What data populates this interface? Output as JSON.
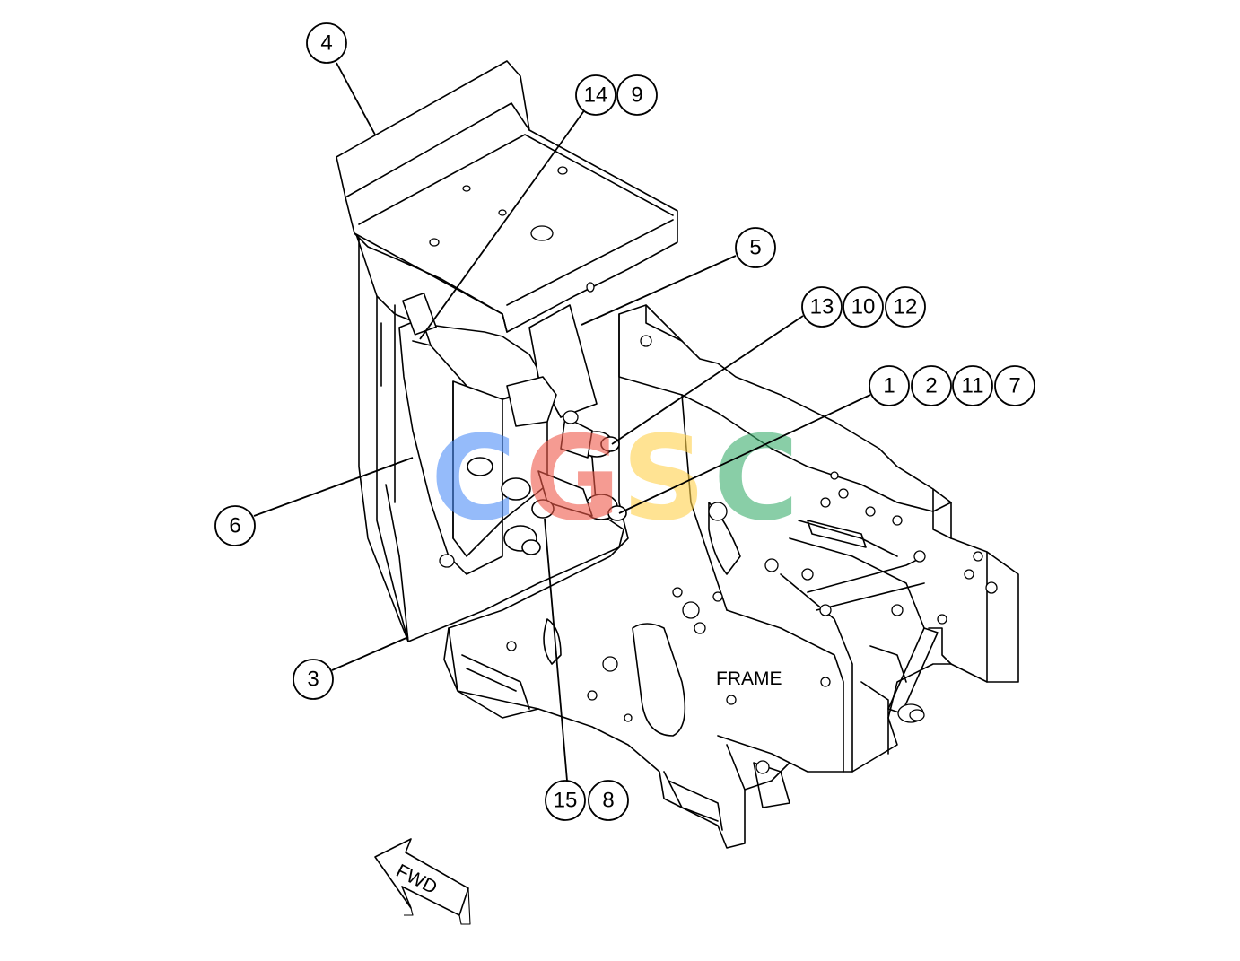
{
  "diagram": {
    "label_frame": "FRAME",
    "label_fwd": "FWD",
    "watermark": {
      "letters": [
        "C",
        "G",
        "S",
        "C"
      ],
      "colors": [
        "#4f8ff7",
        "#ef5a4a",
        "#ffd24d",
        "#3caf6e"
      ]
    },
    "callouts": [
      {
        "id": "c4",
        "label": "4"
      },
      {
        "id": "c14",
        "label": "14"
      },
      {
        "id": "c9",
        "label": "9"
      },
      {
        "id": "c5",
        "label": "5"
      },
      {
        "id": "c13",
        "label": "13"
      },
      {
        "id": "c10",
        "label": "10"
      },
      {
        "id": "c12",
        "label": "12"
      },
      {
        "id": "c1",
        "label": "1"
      },
      {
        "id": "c2",
        "label": "2"
      },
      {
        "id": "c11",
        "label": "11"
      },
      {
        "id": "c7",
        "label": "7"
      },
      {
        "id": "c6",
        "label": "6"
      },
      {
        "id": "c3",
        "label": "3"
      },
      {
        "id": "c15",
        "label": "15"
      },
      {
        "id": "c8",
        "label": "8"
      }
    ]
  }
}
